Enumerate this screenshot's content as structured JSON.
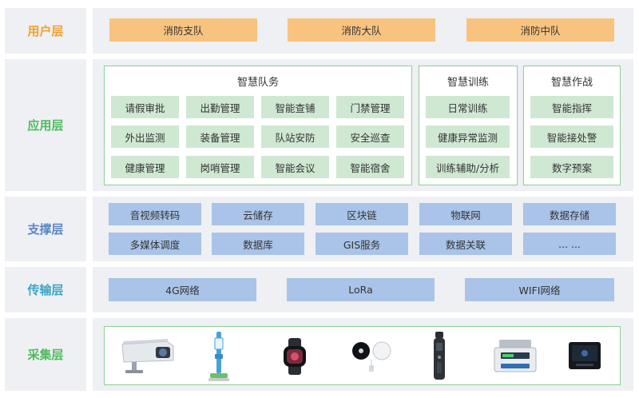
{
  "colors": {
    "user_label": "#f0a030",
    "app_label": "#4dbb5f",
    "support_label": "#5b86c7",
    "transport_label": "#3aa6c8",
    "collect_label": "#4dbb5f"
  },
  "layers": {
    "user": {
      "label": "用户层",
      "items": [
        "消防支队",
        "消防大队",
        "消防中队"
      ]
    },
    "application": {
      "label": "应用层",
      "groups": [
        {
          "title": "智慧队务",
          "items": [
            "请假审批",
            "出勤管理",
            "智能查铺",
            "门禁管理",
            "外出监测",
            "装备管理",
            "队站安防",
            "安全巡查",
            "健康管理",
            "岗哨管理",
            "智能会议",
            "智能宿舍"
          ]
        },
        {
          "title": "智慧训练",
          "items": [
            "日常训练",
            "健康异常监测",
            "训练辅助/分析"
          ]
        },
        {
          "title": "智慧作战",
          "items": [
            "智能指挥",
            "智能接处警",
            "数字预案"
          ]
        }
      ]
    },
    "support": {
      "label": "支撑层",
      "items": [
        "音视频转码",
        "云储存",
        "区块链",
        "物联网",
        "数据存储",
        "多媒体调度",
        "数据库",
        "GIS服务",
        "数据关联",
        "... ..."
      ]
    },
    "transport": {
      "label": "传输层",
      "items": [
        "4G网络",
        "LoRa",
        "WIFI网络"
      ]
    },
    "collect": {
      "label": "采集层",
      "devices": [
        "camera-device",
        "health-kiosk-device",
        "smart-watch-device",
        "sensor-button-device",
        "walkie-talkie-device",
        "scale-device",
        "access-terminal-device"
      ]
    }
  }
}
